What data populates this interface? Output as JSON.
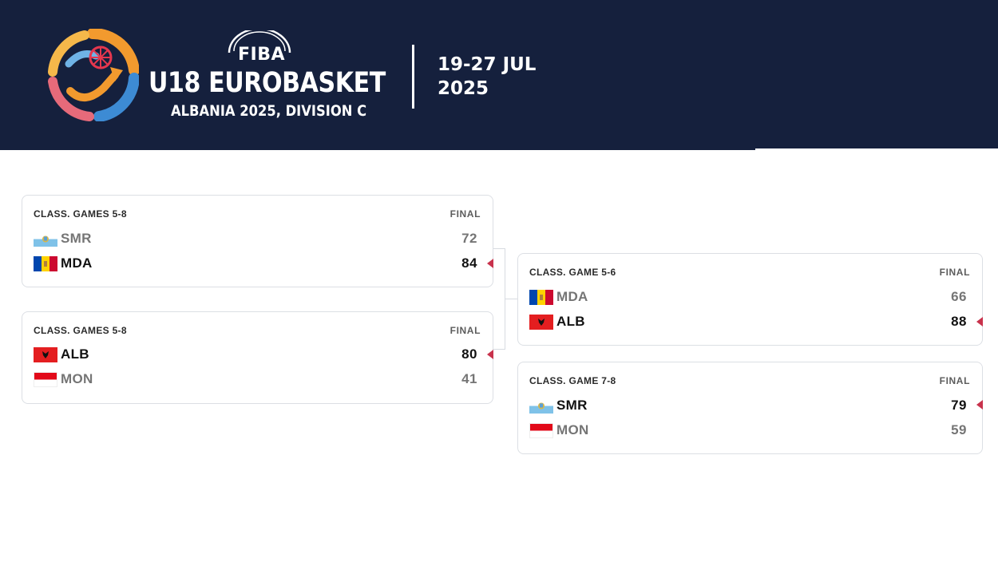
{
  "event": {
    "brand": "FIBA",
    "title": "U18 EUROBASKET",
    "subtitle": "ALBANIA 2025, DIVISION C",
    "dates_line1": "19-27 JUL",
    "dates_line2": "2025"
  },
  "colors": {
    "banner_bg": "#15203d",
    "win_marker": "#c8324c",
    "winner_text": "#111111",
    "loser_text": "#757575"
  },
  "games": [
    {
      "round": "CLASS. GAMES 5-8",
      "status": "FINAL",
      "teams": [
        {
          "code": "SMR",
          "score": "72",
          "flag": "san-marino-flag",
          "winner": false
        },
        {
          "code": "MDA",
          "score": "84",
          "flag": "moldova-flag",
          "winner": true
        }
      ]
    },
    {
      "round": "CLASS. GAMES 5-8",
      "status": "FINAL",
      "teams": [
        {
          "code": "ALB",
          "score": "80",
          "flag": "albania-flag",
          "winner": true
        },
        {
          "code": "MON",
          "score": "41",
          "flag": "monaco-flag",
          "winner": false
        }
      ]
    },
    {
      "round": "CLASS. GAME 5-6",
      "status": "FINAL",
      "teams": [
        {
          "code": "MDA",
          "score": "66",
          "flag": "moldova-flag",
          "winner": false
        },
        {
          "code": "ALB",
          "score": "88",
          "flag": "albania-flag",
          "winner": true
        }
      ]
    },
    {
      "round": "CLASS. GAME 7-8",
      "status": "FINAL",
      "teams": [
        {
          "code": "SMR",
          "score": "79",
          "flag": "san-marino-flag",
          "winner": true
        },
        {
          "code": "MON",
          "score": "59",
          "flag": "monaco-flag",
          "winner": false
        }
      ]
    }
  ]
}
